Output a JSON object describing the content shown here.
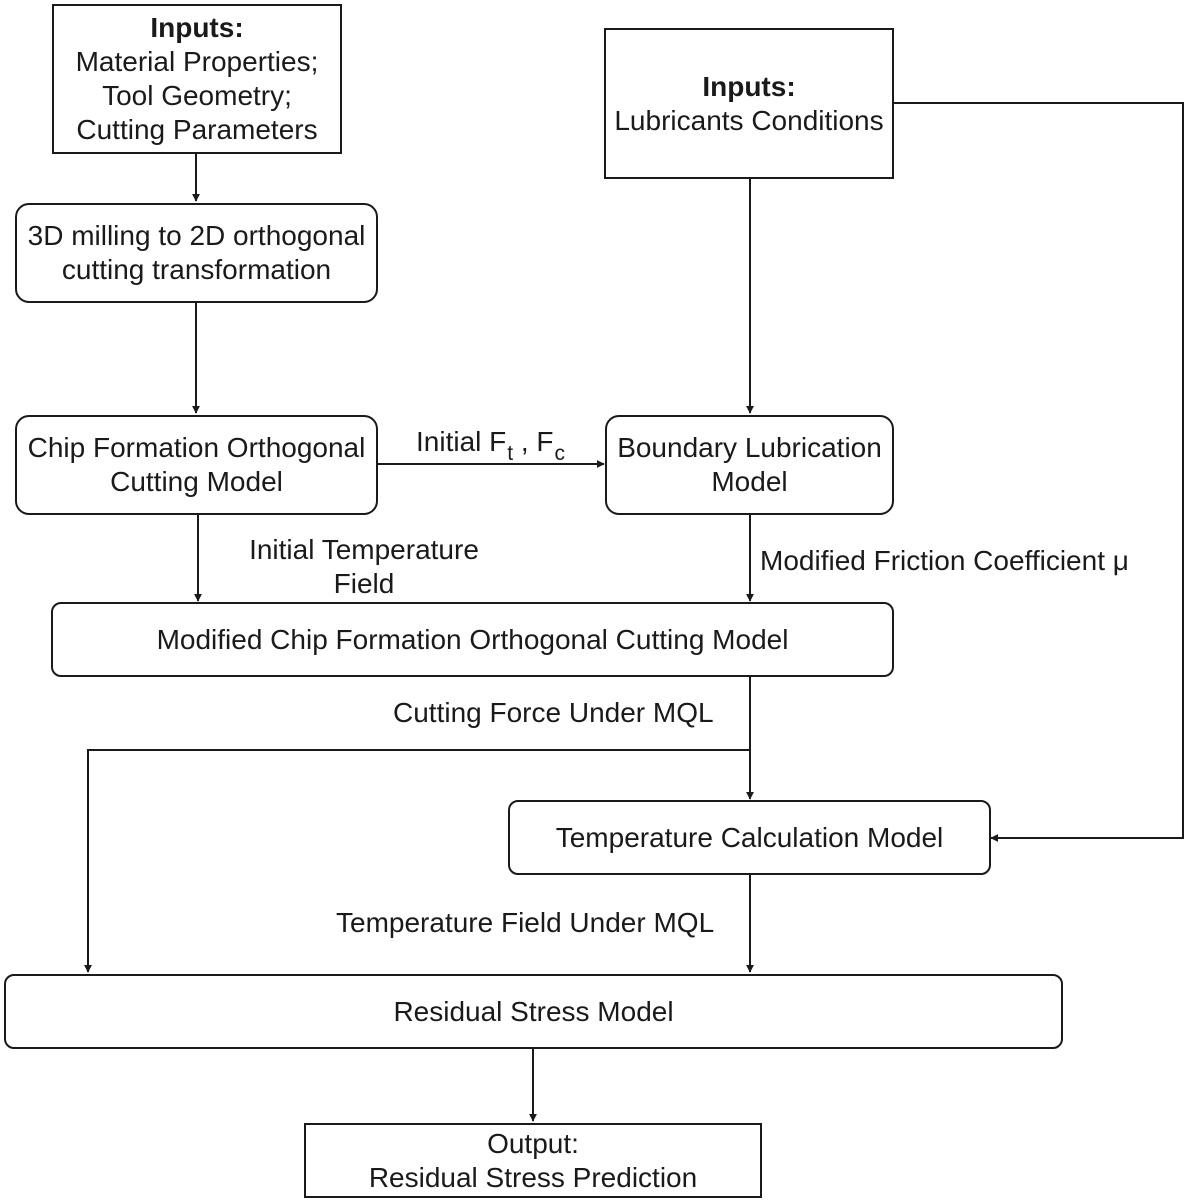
{
  "nodes": {
    "inputs_material": {
      "heading": "Inputs:",
      "lines": [
        "Material Properties;",
        "Tool Geometry;",
        "Cutting Parameters"
      ]
    },
    "inputs_lubricants": {
      "heading": "Inputs:",
      "line": "Lubricants Conditions"
    },
    "transformation": {
      "lines": [
        "3D milling to 2D orthogonal",
        "cutting transformation"
      ]
    },
    "chip_formation": {
      "lines": [
        "Chip Formation Orthogonal",
        "Cutting Model"
      ]
    },
    "boundary_lubrication": {
      "lines": [
        "Boundary Lubrication",
        "Model"
      ]
    },
    "modified_chip_formation": {
      "text": "Modified Chip Formation Orthogonal Cutting Model"
    },
    "temperature_calculation": {
      "text": "Temperature Calculation Model"
    },
    "residual_stress": {
      "text": "Residual Stress Model"
    },
    "output": {
      "lines": [
        "Output:",
        "Residual Stress Prediction"
      ]
    }
  },
  "edge_labels": {
    "initial_forces": {
      "prefix": "Initial F",
      "sub1": "t",
      "sep": " , F",
      "sub2": "c"
    },
    "initial_temperature": [
      "Initial Temperature",
      "Field"
    ],
    "friction": "Modified Friction Coefficient μ",
    "cutting_force": "Cutting Force Under MQL",
    "temperature_field": "Temperature Field Under MQL"
  },
  "colors": {
    "stroke": "#1a1a1a",
    "background": "#ffffff"
  }
}
